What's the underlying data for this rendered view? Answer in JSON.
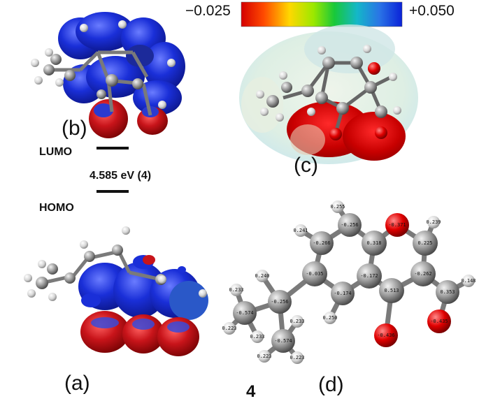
{
  "labels": {
    "panel_a": "(a)",
    "panel_b": "(b)",
    "panel_c": "(c)",
    "panel_d": "(d)",
    "compound": "4"
  },
  "energy": {
    "lumo_label": "LUMO",
    "homo_label": "HOMO",
    "gap": "4.585 eV (4)"
  },
  "colorbar": {
    "min_label": "−0.025",
    "max_label": "+0.050",
    "colors": [
      "#d40000",
      "#ff4a00",
      "#ffd800",
      "#9be800",
      "#18c83a",
      "#14b7c8",
      "#2a74e6",
      "#0a22d8"
    ]
  },
  "orbital_colors": {
    "positive": "#1a2fd8",
    "negative": "#c8141a"
  },
  "atom_colors": {
    "carbon": "#9a9a9a",
    "hydrogen": "#e8e8e8",
    "oxygen": "#d90000"
  },
  "charges": {
    "h_top": "0.255",
    "c_top": "-0.256",
    "o_ring": "-0.371",
    "c_ring_upper_left": "-0.266",
    "h_left": "0.241",
    "c_fusion_top": "0.318",
    "h_right_top": "0.239",
    "c_ring_right": "0.225",
    "c_ipso": "-0.035",
    "c_fusion_bottom": "-0.172",
    "c_3": "-0.262",
    "c_carbonyl": "0.513",
    "c_aldehyde": "0.353",
    "h_aldehyde": "0.148",
    "c_ring_bottom": "-0.174",
    "h_ring_bottom": "0.250",
    "c_quat": "-0.256",
    "c_methyl_left": "-0.574",
    "c_methyl_bottom": "-0.574",
    "h_m1": "0.233",
    "h_m2": "0.240",
    "h_m3": "0.223",
    "h_m4": "0.233",
    "h_m5": "0.223",
    "h_m6": "0.233",
    "h_m7": "0.223",
    "h_m8": "0.223",
    "o_carbonyl": "-0.436",
    "o_aldehyde": "-0.435"
  }
}
